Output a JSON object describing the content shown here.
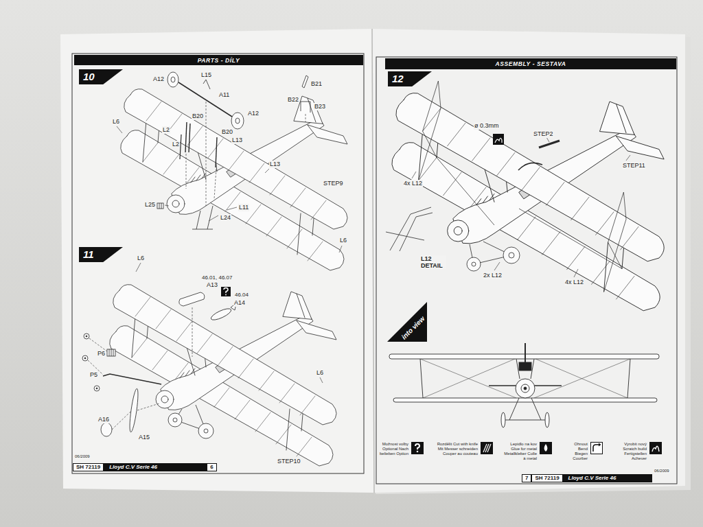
{
  "diagram": {
    "nodes": [
      {
        "text": [
          "PARTS - DÍLY"
        ]
      },
      {
        "text": [
          "10"
        ]
      },
      {
        "text": [
          "11"
        ]
      },
      {
        "text": [
          "SH 72119",
          "Lloyd C.V Serie 46",
          "6"
        ]
      },
      {
        "text": [
          "ASSEMBLY - SESTAVA"
        ]
      },
      {
        "text": [
          "12"
        ]
      },
      {
        "text": [
          "into view"
        ]
      },
      {
        "text": [
          "7",
          "SH 72119",
          "Lloyd C.V Serie 46"
        ]
      }
    ],
    "labels": [
      "A12",
      "L15",
      "A11",
      "B21",
      "B22",
      "B23",
      "L6",
      "B20",
      "A12",
      "L2",
      "B20",
      "L13",
      "L2",
      "L13",
      "STEP9",
      "L25",
      "L24",
      "L11",
      "L6",
      "L6",
      "46.01, 46.07",
      "A13",
      "46.04",
      "A14",
      "P6",
      "P5",
      "L6",
      "A16",
      "A15",
      "STEP10",
      "06/2009",
      "ø 0.3mm",
      "STEP2",
      "STEP11",
      "4x L12",
      "L12 DETAIL",
      "2x L12",
      "4x L12",
      "06/2009"
    ],
    "legend": [
      {
        "text": "Možnost volby Optional Nach belieben Option"
      },
      {
        "text": "Rozdělit Cut with knife Mit Messer schneiden Couper au couteau"
      },
      {
        "text": "Lepidlo na kov Glue for metal Metallkleber Colle à metal"
      },
      {
        "text": "Ohnout Bend Biegen Courber"
      },
      {
        "text": "Vyrobit nový Scratch build Fertigstellen Achever"
      }
    ]
  }
}
